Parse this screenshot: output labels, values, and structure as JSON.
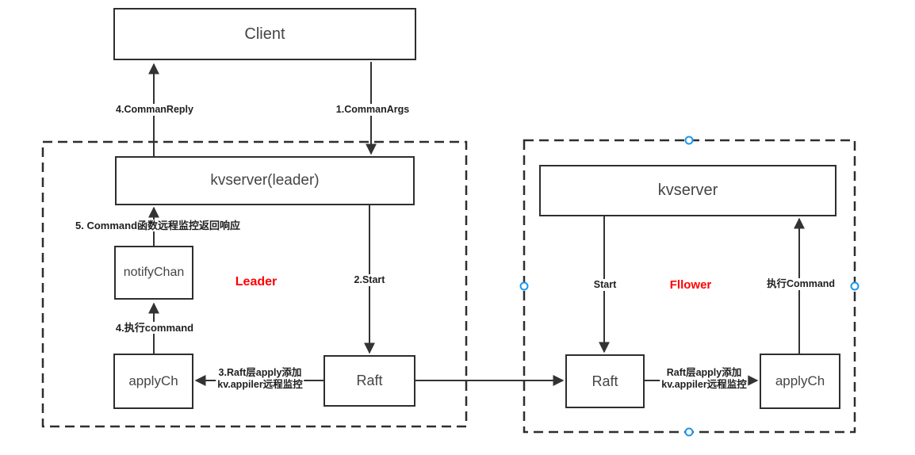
{
  "diagram": {
    "nodes": {
      "client": "Client",
      "kvserver_leader": "kvserver(leader)",
      "notify_chan": "notifyChan",
      "apply_ch_leader": "applyCh",
      "raft_leader": "Raft",
      "kvserver_follower": "kvserver",
      "raft_follower": "Raft",
      "apply_ch_follower": "applyCh"
    },
    "edge_labels": {
      "comman_reply": "4.CommanReply",
      "comman_args": "1.CommanArgs",
      "command_response": "5. Command函数远程监控返回响应",
      "exec_command_leader": "4.执行command",
      "raft_apply_leader_line1": "3.Raft层apply添加",
      "raft_apply_leader_line2": "kv.appiler远程监控",
      "start_leader": "2.Start",
      "start_follower": "Start",
      "raft_apply_follower_line1": "Raft层apply添加",
      "raft_apply_follower_line2": "kv.appiler远程监控",
      "exec_command_follower": "执行Command"
    },
    "roles": {
      "leader": "Leader",
      "follower": "Fllower"
    },
    "colors": {
      "line": "#333333",
      "box_border": "#2e2e2e",
      "box_text": "#454545",
      "edge_label_text": "#1f1f1f",
      "role_text": "#ff0000",
      "selection_handle": "#1e96ee",
      "background": "#ffffff"
    }
  }
}
